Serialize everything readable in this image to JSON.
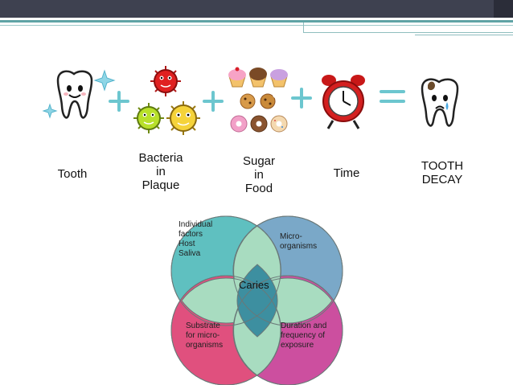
{
  "equation": {
    "items": [
      {
        "id": "tooth",
        "label": "Tooth"
      },
      {
        "id": "bacteria",
        "label": "Bacteria\nin\nPlaque"
      },
      {
        "id": "sugar",
        "label": "Sugar\nin\nFood"
      },
      {
        "id": "time",
        "label": "Time"
      },
      {
        "id": "decay",
        "label": "TOOTH\nDECAY"
      }
    ],
    "colors": {
      "operator": "#6cc6cf"
    }
  },
  "venn": {
    "center_label": "Caries",
    "circles": [
      {
        "id": "host",
        "label": "Individual\nfactors\nHost\nSaliva",
        "color": "#5fc0c0"
      },
      {
        "id": "micro",
        "label": "Micro-\norganisms",
        "color": "#7aa8c8"
      },
      {
        "id": "substrate",
        "label": "Substrate\nfor micro-\norganisms",
        "color": "#e0507e"
      },
      {
        "id": "time",
        "label": "Duration and\nfrequency of\nexposure",
        "color": "#cc4f9f"
      }
    ],
    "lens_color": "#a8dcc0",
    "center_color": "#3d8fa0"
  }
}
